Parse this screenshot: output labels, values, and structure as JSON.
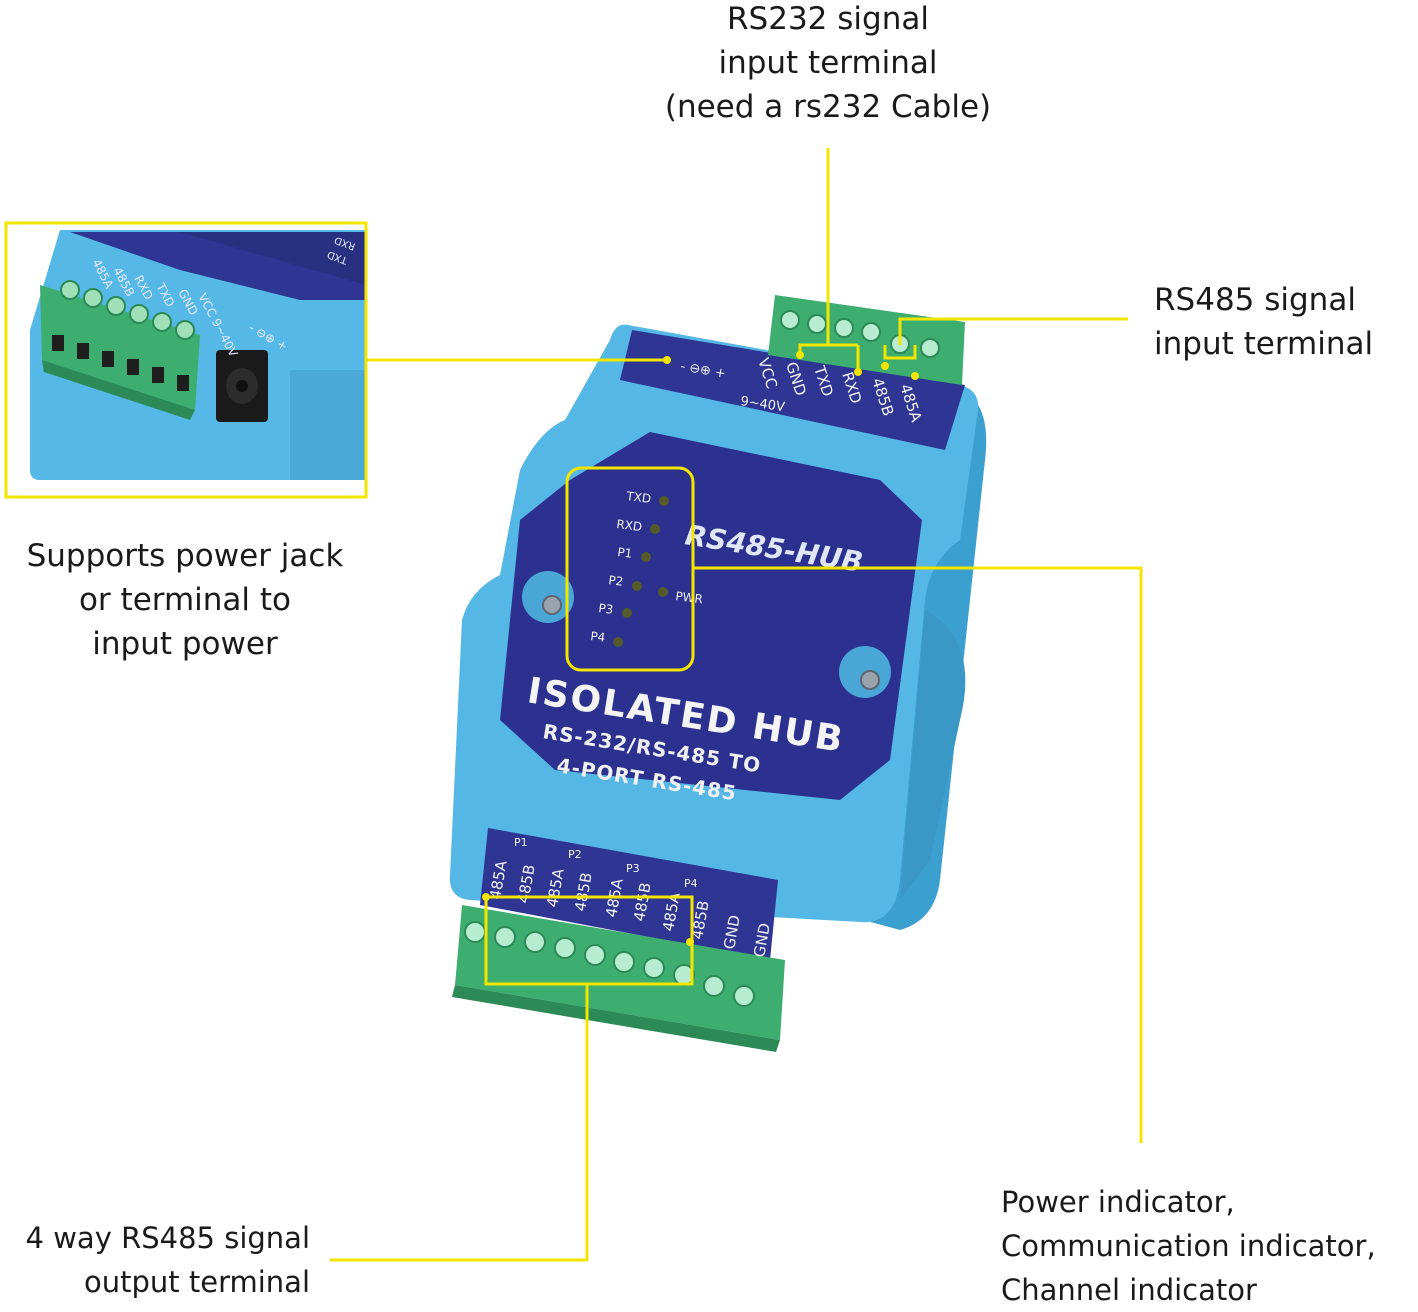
{
  "callouts": {
    "rs232": {
      "lines": [
        "RS232 signal",
        "input terminal",
        "(need a rs232 Cable)"
      ]
    },
    "rs485_in": {
      "lines": [
        "RS485 signal",
        "input terminal"
      ]
    },
    "power": {
      "lines": [
        "Supports power jack",
        "or terminal to",
        "input power"
      ]
    },
    "indicators": {
      "lines": [
        "Power indicator,",
        "Communication indicator,",
        "Channel indicator"
      ]
    },
    "outputs": {
      "lines": [
        "4 way RS485 signal",
        "output terminal"
      ]
    }
  },
  "device": {
    "brand_label": "RS485-HUB",
    "title": "ISOLATED HUB",
    "subtitle_1": "RS-232/RS-485 TO",
    "subtitle_2": "4-PORT RS-485",
    "top_pins": [
      "VCC",
      "GND",
      "TXD",
      "RXD",
      "485B",
      "485A"
    ],
    "voltage": "9~40V",
    "leds": [
      "TXD",
      "RXD",
      "P1",
      "P2",
      "P3",
      "P4"
    ],
    "pwr_led": "PWR",
    "bottom_pins": [
      "485A",
      "485B",
      "485A",
      "485B",
      "485A",
      "485B",
      "485A",
      "485B",
      "GND",
      "GND"
    ],
    "port_groups": [
      "P1",
      "P2",
      "P3",
      "P4"
    ]
  },
  "inset": {
    "pins": [
      "485A",
      "485B",
      "RXD",
      "TXD",
      "GND",
      "VCC 9~40V"
    ],
    "leds": [
      "TXD",
      "RXD"
    ]
  },
  "colors": {
    "callout_line": "#f2e600",
    "case_blue": "#4fb6e6",
    "panel_navy": "#2b2e8c",
    "terminal_green": "#3daa6e"
  }
}
